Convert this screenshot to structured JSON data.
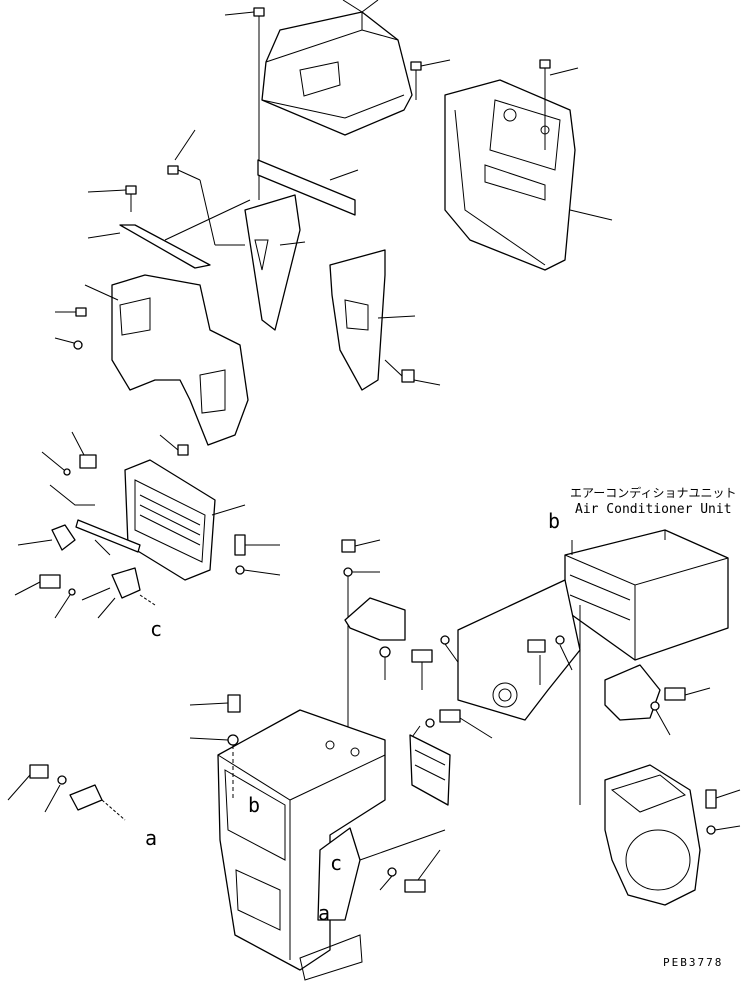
{
  "unit_label_jp": "エアーコンディショナユニット",
  "unit_label_en": "Air Conditioner Unit",
  "ref_b_top": "b",
  "ref_c_left": "c",
  "ref_a_left": "a",
  "ref_b_frame": "b",
  "ref_c_frame": "c",
  "ref_a_frame": "a",
  "drawing_code": "PEB3778"
}
